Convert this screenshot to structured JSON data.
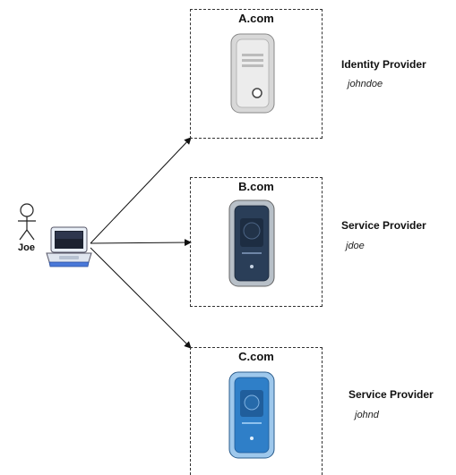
{
  "user": {
    "name": "Joe"
  },
  "sites": [
    {
      "domain": "A.com",
      "role": "Identity Provider",
      "username": "johndoe",
      "color": "#cfcfcf"
    },
    {
      "domain": "B.com",
      "role": "Service Provider",
      "username": "jdoe",
      "color": "#2e4560"
    },
    {
      "domain": "C.com",
      "role": "Service Provider",
      "username": "johnd",
      "color": "#2f7fc8"
    }
  ],
  "icons": {
    "person": "stick-figure-icon",
    "laptop": "laptop-icon",
    "server": "tower-server-icon"
  }
}
